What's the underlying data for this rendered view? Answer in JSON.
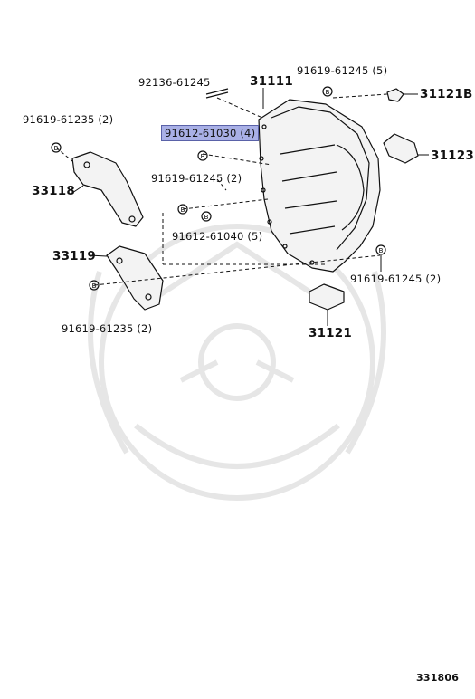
{
  "diagram": {
    "document_id": "331806",
    "parts": [
      {
        "id": "p31111",
        "number": "31111"
      },
      {
        "id": "p31121b",
        "number": "31121B"
      },
      {
        "id": "p31123",
        "number": "31123"
      },
      {
        "id": "p31121",
        "number": "31121"
      },
      {
        "id": "p33118",
        "number": "33118"
      },
      {
        "id": "p33119",
        "number": "33119"
      }
    ],
    "fasteners": [
      {
        "id": "f92136",
        "number": "92136-61245"
      },
      {
        "id": "f91619_61245_5",
        "number": "91619-61245 (5)"
      },
      {
        "id": "f91619_61235_2a",
        "number": "91619-61235 (2)"
      },
      {
        "id": "f91612_61030",
        "number": "91612-61030 (4)",
        "highlighted": true
      },
      {
        "id": "f91619_61245_2a",
        "number": "91619-61245 (2)"
      },
      {
        "id": "f91612_61040",
        "number": "91612-61040 (5)"
      },
      {
        "id": "f91619_61245_2b",
        "number": "91619-61245 (2)"
      },
      {
        "id": "f91619_61235_2b",
        "number": "91619-61235 (2)"
      }
    ],
    "bolt_marker": "B",
    "highlight_color": "#a9b0e6"
  }
}
